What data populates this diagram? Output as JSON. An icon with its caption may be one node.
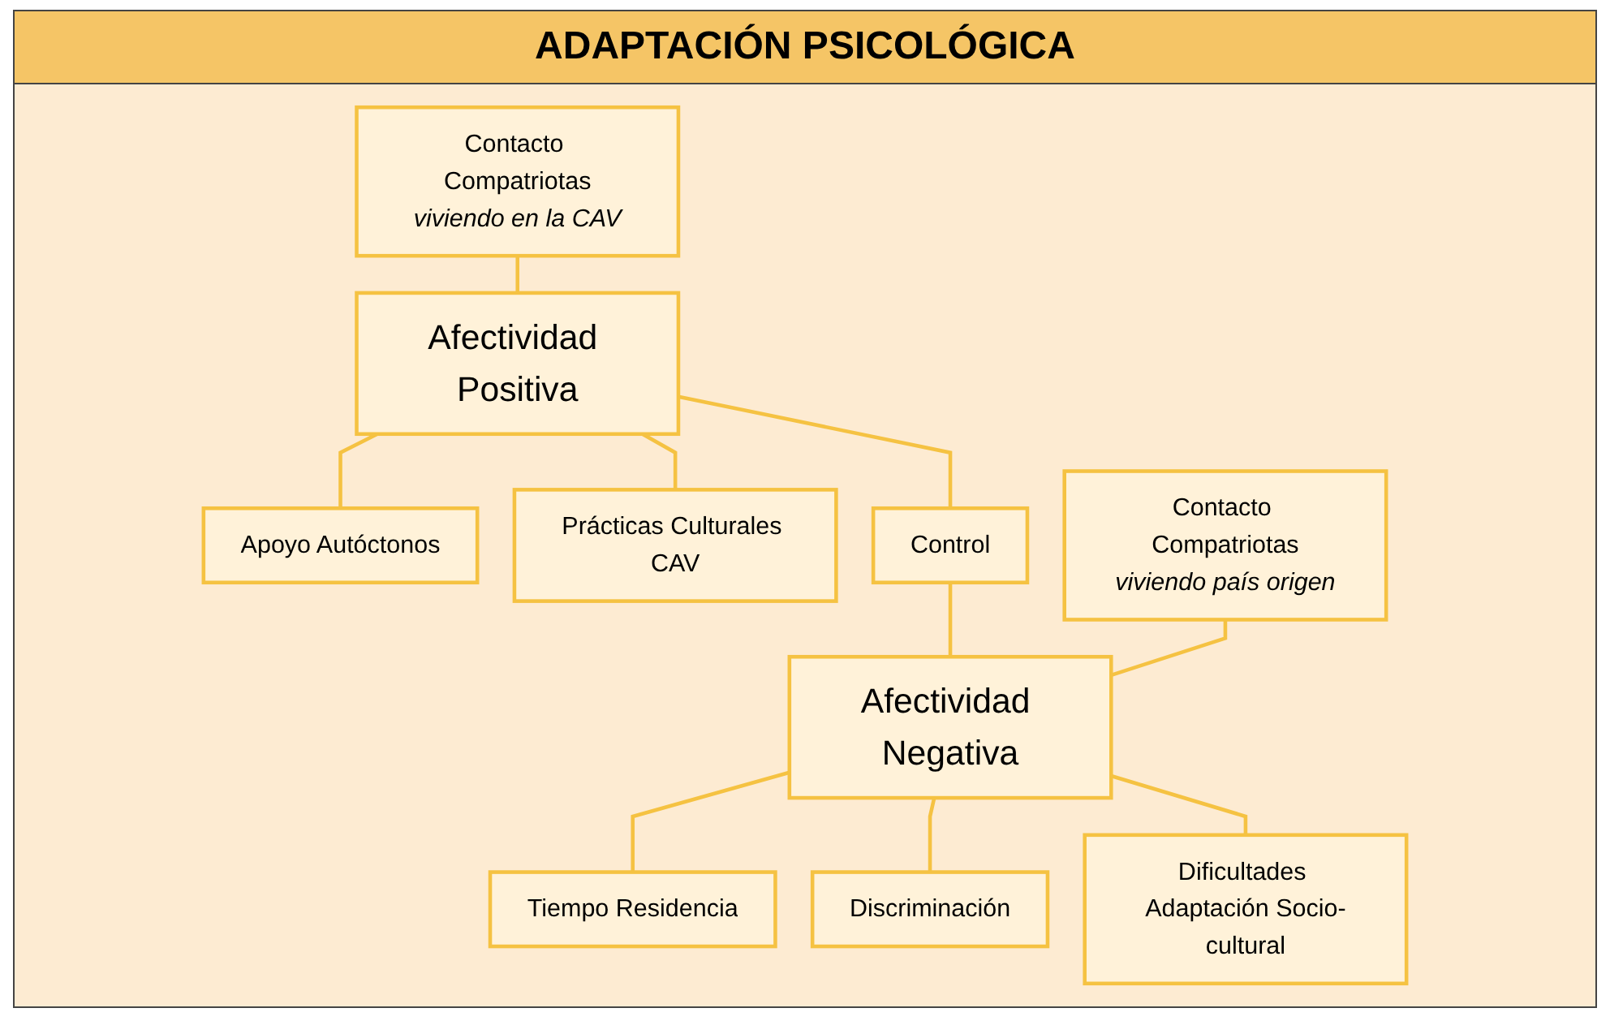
{
  "diagram": {
    "title": "ADAPTACIÓN PSICOLÓGICA",
    "nodes": [
      {
        "text": [
          "Contacto Compatriotas",
          "viviendo en la CAV"
        ]
      },
      {
        "text": [
          "Afectividad Positiva"
        ]
      },
      {
        "text": [
          "Apoyo Autóctonos"
        ]
      },
      {
        "text": [
          "Prácticas Culturales CAV"
        ]
      },
      {
        "text": [
          "Control"
        ]
      },
      {
        "text": [
          "Contacto Compatriotas",
          "viviendo país origen"
        ]
      },
      {
        "text": [
          "Afectividad Negativa"
        ]
      },
      {
        "text": [
          "Tiempo Residencia"
        ]
      },
      {
        "text": [
          "Discriminación"
        ]
      },
      {
        "text": [
          "Dificultades Adaptación Socio-cultural"
        ]
      }
    ],
    "edges": [
      {
        "from": 0,
        "to": 1,
        "arrow": "none"
      },
      {
        "from": 1,
        "to": 2,
        "arrow": "none"
      },
      {
        "from": 1,
        "to": 3,
        "arrow": "none"
      },
      {
        "from": 1,
        "to": 4,
        "arrow": "none"
      },
      {
        "from": 4,
        "to": 6,
        "arrow": "none"
      },
      {
        "from": 5,
        "to": 6,
        "arrow": "none"
      },
      {
        "from": 6,
        "to": 7,
        "arrow": "none"
      },
      {
        "from": 6,
        "to": 8,
        "arrow": "none"
      },
      {
        "from": 6,
        "to": 9,
        "arrow": "none"
      }
    ]
  }
}
